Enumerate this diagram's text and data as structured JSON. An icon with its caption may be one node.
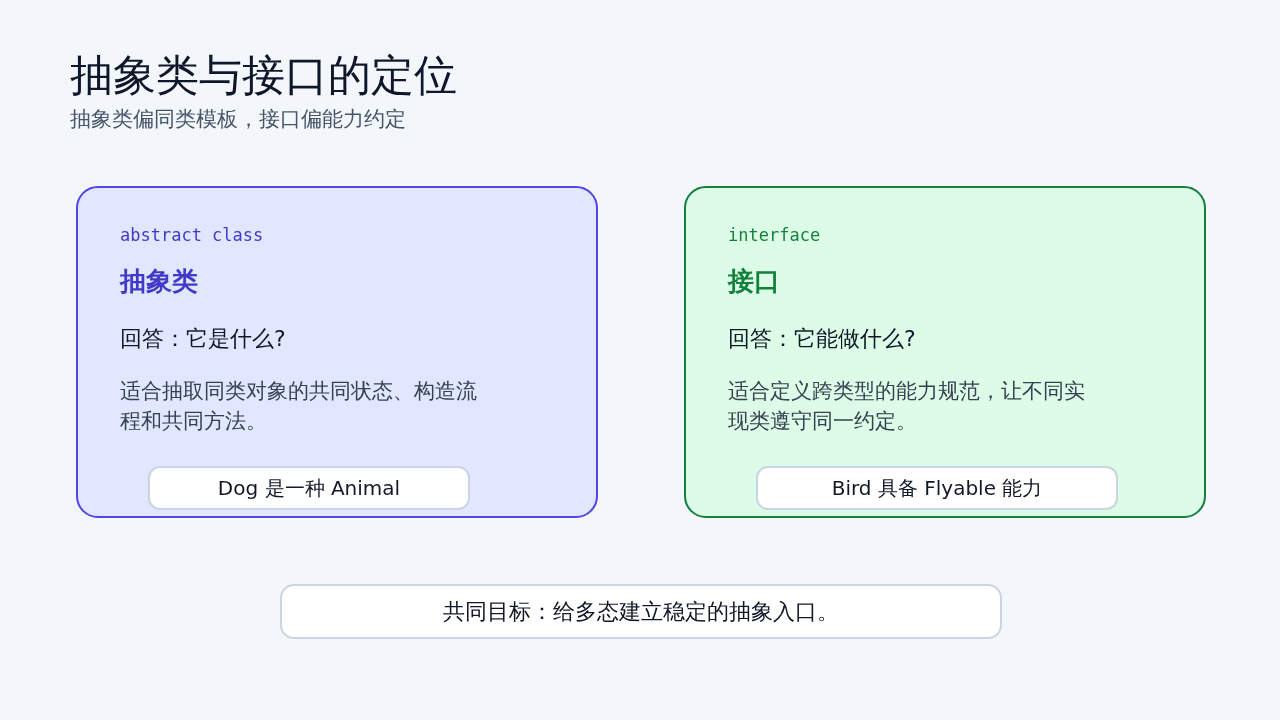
{
  "diagram": {
    "title": "抽象类与接口的定位",
    "nodes": [
      {
        "text": [
          "abstract class",
          "抽象类",
          "回答：它是什么?",
          "适合抽取同类对象的共同状态、构造流程和共同方法。"
        ]
      },
      {
        "text": [
          "Dog 是一种 Animal"
        ],
        "in": 0
      },
      {
        "text": [
          "interface",
          "接口",
          "回答：它能做什么?",
          "适合定义跨类型的能力规范，让不同实现类遵守同一约定。"
        ]
      },
      {
        "text": [
          "Bird 具备 Flyable 能力"
        ],
        "in": 2
      },
      {
        "text": [
          "共同目标：给多态建立稳定的抽象入口。"
        ]
      }
    ],
    "labels": [
      "抽象类偏同类模板，接口偏能力约定"
    ]
  }
}
